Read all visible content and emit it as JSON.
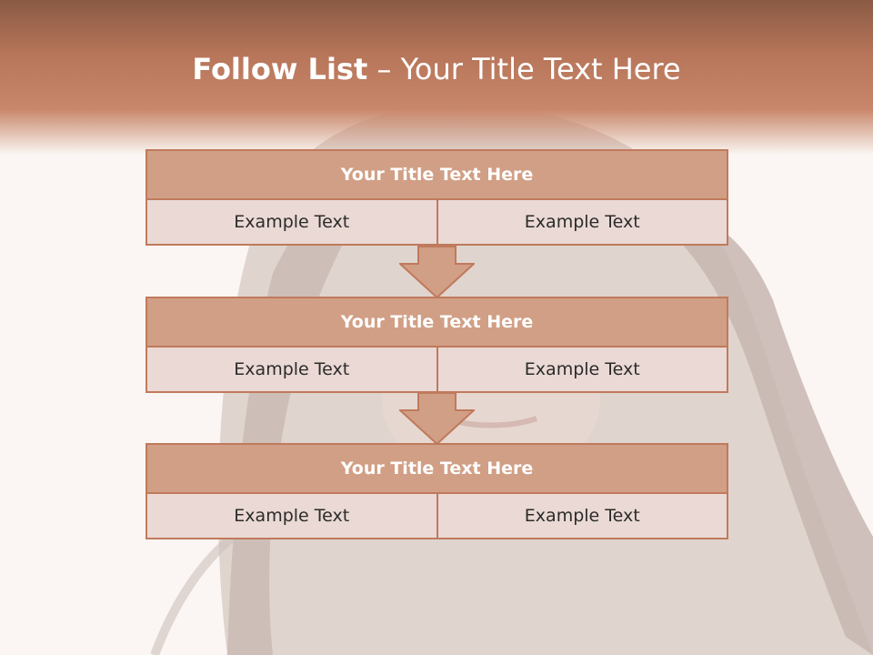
{
  "title": {
    "bold": "Follow List",
    "rest": " – Your Title Text Here"
  },
  "steps": [
    {
      "title": "Your Title Text Here",
      "left": "Example Text",
      "right": "Example Text"
    },
    {
      "title": "Your Title Text Here",
      "left": "Example Text",
      "right": "Example Text"
    },
    {
      "title": "Your Title Text Here",
      "left": "Example Text",
      "right": "Example Text"
    }
  ],
  "colors": {
    "header": "#b77559",
    "step_title_fill": "#d19f85",
    "step_cell_fill": "#ead9d4",
    "border": "#c07a5c"
  }
}
